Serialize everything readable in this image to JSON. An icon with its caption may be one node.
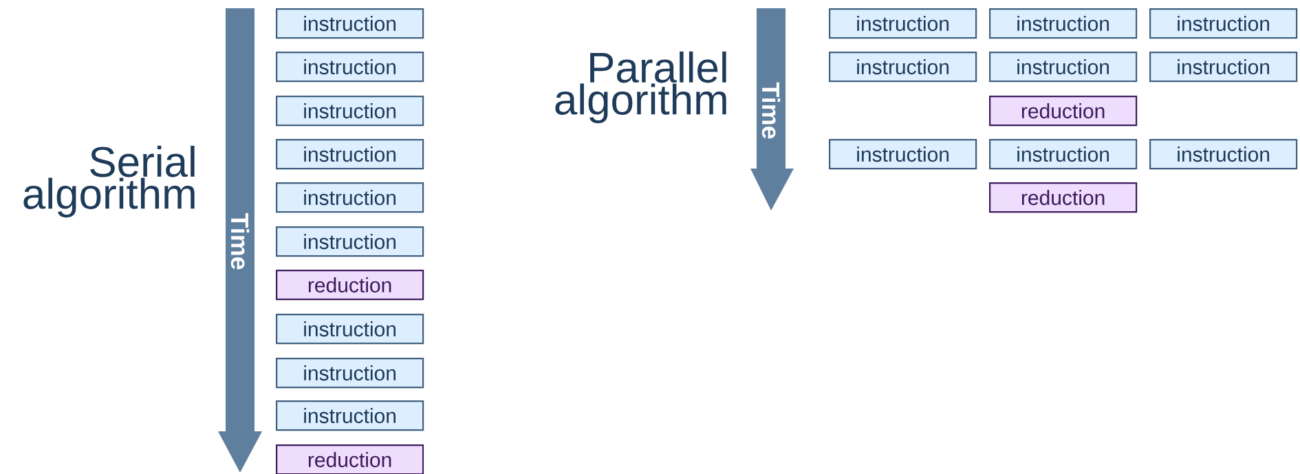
{
  "diagram": {
    "nodes": [
      {
        "text": [
          "instruction"
        ]
      },
      {
        "text": [
          "instruction"
        ]
      },
      {
        "text": [
          "instruction"
        ]
      },
      {
        "text": [
          "instruction"
        ]
      },
      {
        "text": [
          "instruction"
        ]
      },
      {
        "text": [
          "instruction"
        ]
      },
      {
        "text": [
          "reduction"
        ]
      },
      {
        "text": [
          "instruction"
        ]
      },
      {
        "text": [
          "instruction"
        ]
      },
      {
        "text": [
          "instruction"
        ]
      },
      {
        "text": [
          "reduction"
        ]
      },
      {
        "text": [
          "instruction"
        ]
      },
      {
        "text": [
          "instruction"
        ]
      },
      {
        "text": [
          "instruction"
        ]
      },
      {
        "text": [
          "instruction"
        ]
      },
      {
        "text": [
          "instruction"
        ]
      },
      {
        "text": [
          "instruction"
        ]
      },
      {
        "text": [
          "reduction"
        ]
      },
      {
        "text": [
          "instruction"
        ]
      },
      {
        "text": [
          "instruction"
        ]
      },
      {
        "text": [
          "instruction"
        ]
      },
      {
        "text": [
          "reduction"
        ]
      }
    ],
    "edges": [],
    "labels": [
      "Serial algorithm",
      "Time",
      "Parallel algorithm",
      "Time"
    ]
  }
}
